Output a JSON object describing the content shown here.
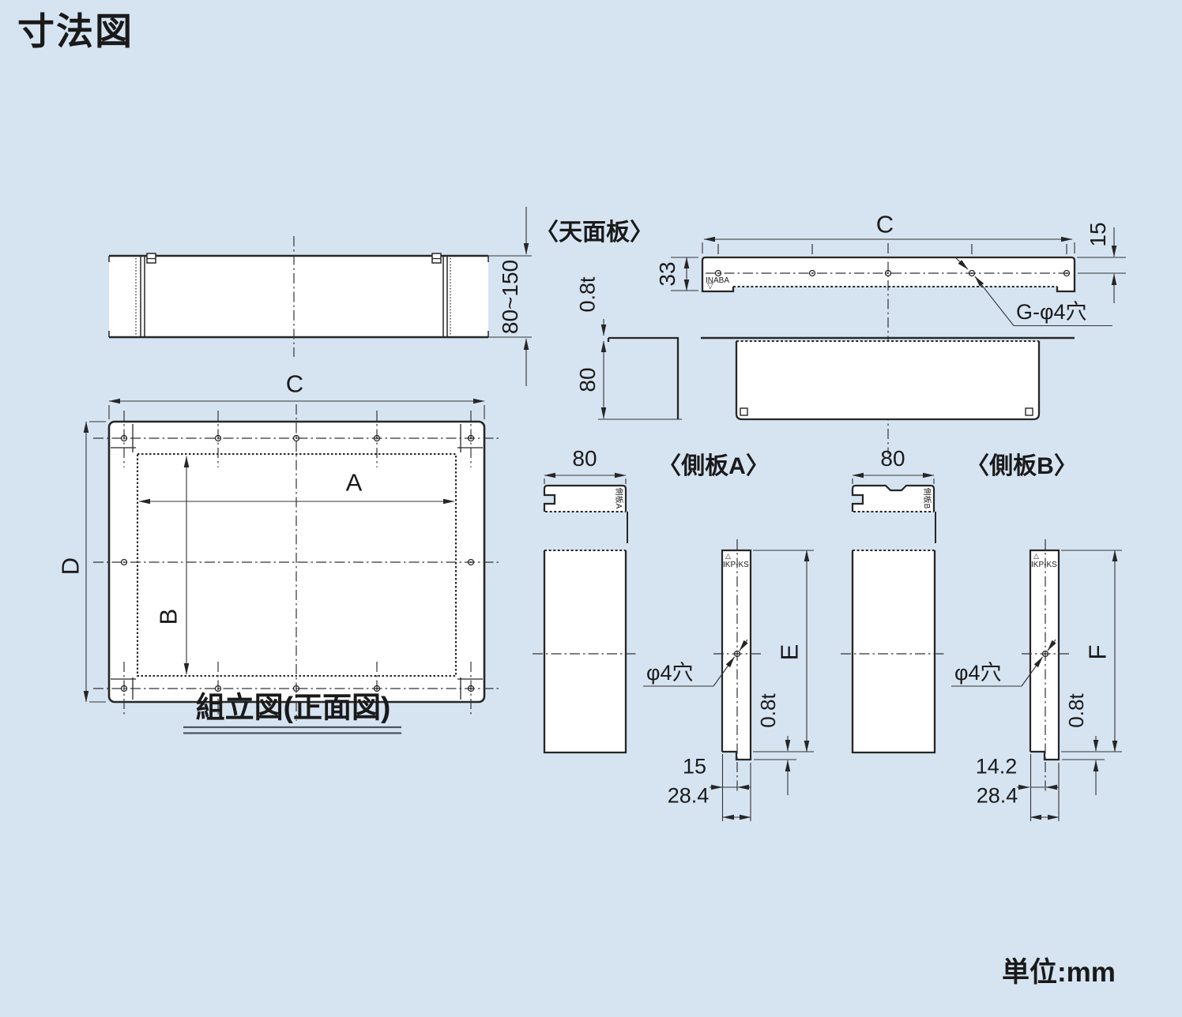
{
  "title": "寸法図",
  "unit_label": "単位:mm",
  "colors": {
    "background": "#d6e4f2",
    "line": "#262626",
    "dim": "#333333"
  },
  "assembly_top": {
    "dim_depth_range": "80~150"
  },
  "assembly_front": {
    "caption": "組立図(正面図)",
    "dim_outer_width": "C",
    "dim_inner_width": "A",
    "dim_outer_height": "D",
    "dim_inner_height": "B"
  },
  "top_panel": {
    "heading": "〈天面板〉",
    "dim_width": "C",
    "dim_flange": "33",
    "dim_edge": "15",
    "hole_note": "G-φ4穴",
    "brand": "INABA",
    "brand_mark": "▽",
    "dim_thickness": "0.8t",
    "dim_depth": "80"
  },
  "side_panel_a": {
    "heading": "〈側板A〉",
    "dim_depth": "80",
    "part_label": "側板A",
    "stamp_mark": "△",
    "stamp": "IKP-KS",
    "hole_note": "φ4穴",
    "dim_height": "E",
    "dim_thickness": "0.8t",
    "dim_hole_offset": "15",
    "dim_width": "28.4"
  },
  "side_panel_b": {
    "heading": "〈側板B〉",
    "dim_depth": "80",
    "part_label": "側板B",
    "stamp_mark": "△",
    "stamp": "IKP-KS",
    "hole_note": "φ4穴",
    "dim_height": "F",
    "dim_thickness": "0.8t",
    "dim_hole_offset": "14.2",
    "dim_width": "28.4"
  }
}
